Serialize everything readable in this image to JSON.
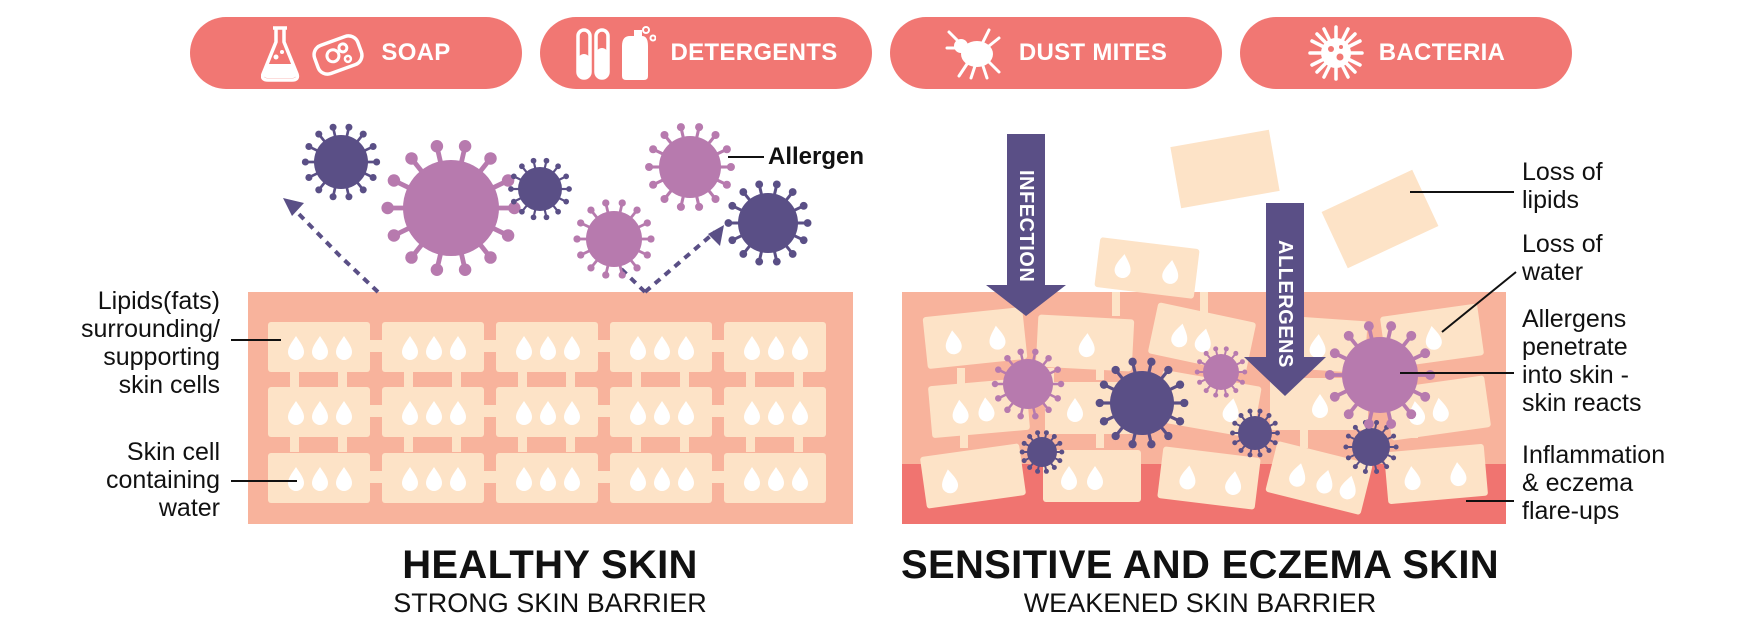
{
  "categories": [
    {
      "label": "SOAP",
      "icon": "flask-soap-icon"
    },
    {
      "label": "DETERGENTS",
      "icon": "detergent-bottles-icon"
    },
    {
      "label": "DUST MITES",
      "icon": "dust-mite-icon"
    },
    {
      "label": "BACTERIA",
      "icon": "bacteria-icon"
    }
  ],
  "healthy": {
    "labels": {
      "allergen": "Allergen",
      "lipids": "Lipids(fats)\nsurrounding/\nsupporting\nskin cells",
      "skin_cell": "Skin cell\ncontaining\nwater"
    },
    "title": "HEALTHY SKIN",
    "subtitle": "STRONG SKIN BARRIER"
  },
  "eczema": {
    "arrows": {
      "infection": "INFECTION",
      "allergens": "ALLERGENS"
    },
    "labels": {
      "loss_lipids": "Loss of\nlipids",
      "loss_water": "Loss of\nwater",
      "allergens_penetrate": "Allergens\npenetrate\ninto skin -\nskin reacts",
      "inflammation": "Inflammation\n& eczema\nflare-ups"
    },
    "title": "SENSITIVE AND ECZEMA SKIN",
    "subtitle": "WEAKENED SKIN BARRIER"
  },
  "colors": {
    "pill": "#f17773",
    "skin_layer": "#f8b39c",
    "inflamed_layer": "#f07470",
    "cell": "#fde3c7",
    "virus_purple": "#b77aae",
    "virus_navy": "#5a4f86",
    "arrow": "#5a4f86"
  }
}
